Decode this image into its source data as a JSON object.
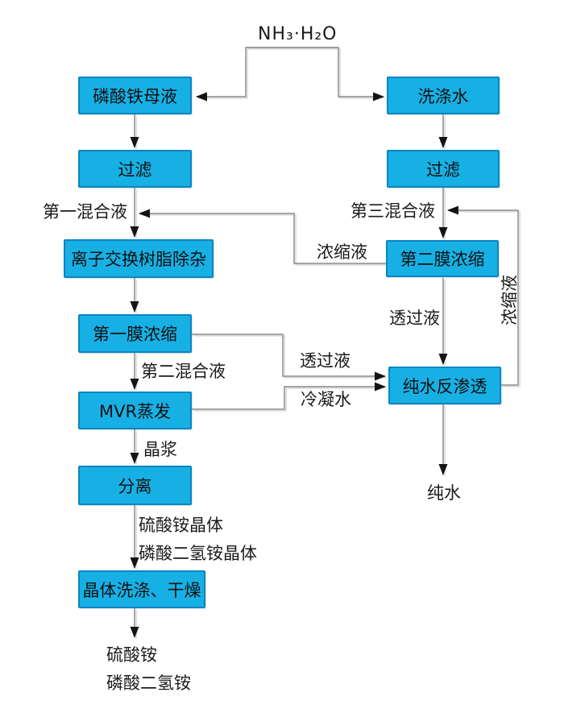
{
  "diagram": {
    "nodes": {
      "mother_liquor": "磷酸铁母液",
      "filter_left": "过滤",
      "ion_exchange": "离子交换树脂除杂",
      "membrane1": "第一膜浓缩",
      "mvr": "MVR蒸发",
      "separation": "分离",
      "crystal_wash_dry": "晶体洗涤、干燥",
      "wash_water": "洗涤水",
      "filter_right": "过滤",
      "membrane2": "第二膜浓缩",
      "pure_water_ro": "纯水反渗透"
    },
    "labels": {
      "ammonia": "NH₃·H₂O",
      "first_mix": "第一混合液",
      "second_mix": "第二混合液",
      "third_mix": "第三混合液",
      "concentrate_to_first_mix": "浓缩液",
      "concentrate_to_third_mix": "浓缩液",
      "permeate_from_membrane2": "透过液",
      "permeate_from_membrane1": "透过液",
      "condensate": "冷凝水",
      "crystal_slurry": "晶浆",
      "ammonium_sulfate_crystal": "硫酸铵晶体",
      "monoammonium_phosphate_crystal": "磷酸二氢铵晶体",
      "pure_water": "纯水",
      "ammonium_sulfate": "硫酸铵",
      "monoammonium_phosphate": "磷酸二氢铵"
    },
    "colors": {
      "node_fill": "#17b0e5",
      "node_border": "#0d85c3",
      "line": "#9a9a9a",
      "line_shadow": "#dcdcdc",
      "arrow": "#141414",
      "text": "#1a1a1a"
    }
  }
}
